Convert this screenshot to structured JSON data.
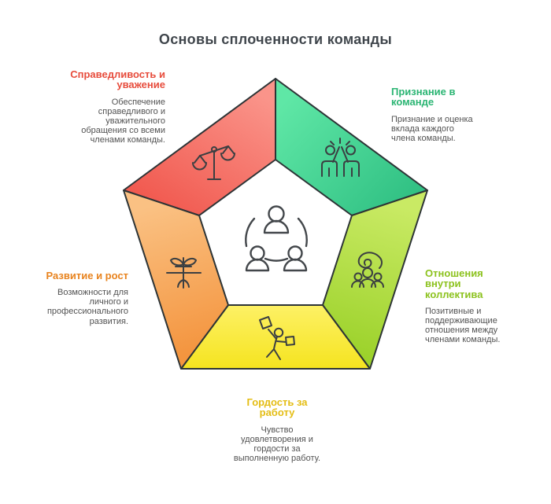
{
  "title": "Основы сплоченности команды",
  "colors": {
    "title": "#40464c",
    "body_text": "#525252",
    "outline": "#2d3436"
  },
  "center_icon": "team-group-icon",
  "segments": [
    {
      "id": "fairness",
      "heading": "Справедливость и\nуважение",
      "body": "Обеспечение\nсправедливого и\nуважительного\nобращения со всеми\nчленами команды.",
      "heading_color": "#e74c3c",
      "fill_light": "#fa948a",
      "fill_dark": "#f15a50",
      "icon": "scales-icon"
    },
    {
      "id": "recognition",
      "heading": "Признание в\nкоманде",
      "body": "Признание и оценка\nвклада каждого\nчлена команды.",
      "heading_color": "#2bb573",
      "fill_light": "#5fe7a6",
      "fill_dark": "#30c083",
      "icon": "high-five-icon"
    },
    {
      "id": "relations",
      "heading": "Отношения\nвнутри\nколлектива",
      "body": "Позитивные и\nподдерживающие\nотношения между\nчленами команды.",
      "heading_color": "#8cc21e",
      "fill_light": "#c9ea64",
      "fill_dark": "#9cd22b",
      "icon": "group-swirl-icon"
    },
    {
      "id": "pride",
      "heading": "Гордость за\nработу",
      "body": "Чувство\nудовлетворения и\nгордости за\nвыполненную работу.",
      "heading_color": "#e4bd14",
      "fill_light": "#fdf062",
      "fill_dark": "#f5e420",
      "icon": "flag-person-icon"
    },
    {
      "id": "growth",
      "heading": "Развитие и рост",
      "body": "Возможности для\nличного и\nпрофессионального\nразвития.",
      "heading_color": "#e8831e",
      "fill_light": "#fac183",
      "fill_dark": "#f4953f",
      "icon": "plant-growth-icon"
    }
  ]
}
